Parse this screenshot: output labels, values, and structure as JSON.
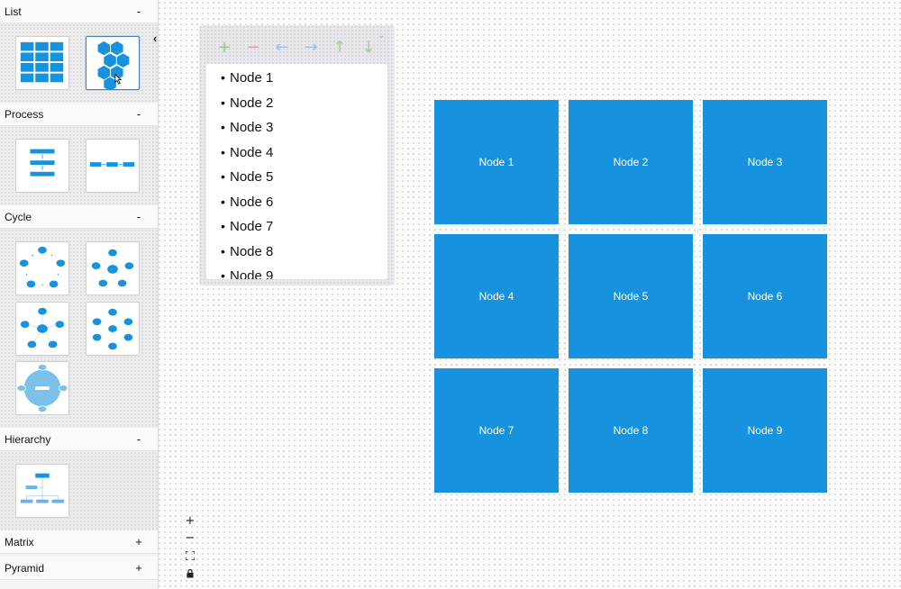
{
  "sidebar": {
    "sections": {
      "list": {
        "label": "List",
        "toggle": "-"
      },
      "process": {
        "label": "Process",
        "toggle": "-"
      },
      "cycle": {
        "label": "Cycle",
        "toggle": "-"
      },
      "hierarchy": {
        "label": "Hierarchy",
        "toggle": "-"
      },
      "matrix": {
        "label": "Matrix",
        "toggle": "+"
      },
      "pyramid": {
        "label": "Pyramid",
        "toggle": "+"
      }
    },
    "collapse_icon": "chevron-left-icon",
    "collapse_glyph": "‹"
  },
  "outline": {
    "toolbar": {
      "add": "+",
      "remove": "−",
      "outdent": "←",
      "indent": "→",
      "move_up": "↑",
      "move_down": "↓",
      "menu": "⌄"
    },
    "colors": {
      "add": "#9cc98a",
      "remove": "#e39a9a",
      "outdent": "#9ec0e6",
      "indent": "#9ec0e6",
      "move_up": "#a8cf93",
      "move_down": "#a8cf93"
    },
    "items": [
      "Node 1",
      "Node 2",
      "Node 3",
      "Node 4",
      "Node 5",
      "Node 6",
      "Node 7",
      "Node 8",
      "Node 9"
    ],
    "bullet": "•"
  },
  "canvas": {
    "nodes": [
      "Node 1",
      "Node 2",
      "Node 3",
      "Node 4",
      "Node 5",
      "Node 6",
      "Node 7",
      "Node 8",
      "Node 9"
    ],
    "node_color": "#1792de"
  },
  "zoom_controls": {
    "zoom_in": "+",
    "zoom_out": "−",
    "fit": "⛶",
    "lock": "🔒"
  }
}
